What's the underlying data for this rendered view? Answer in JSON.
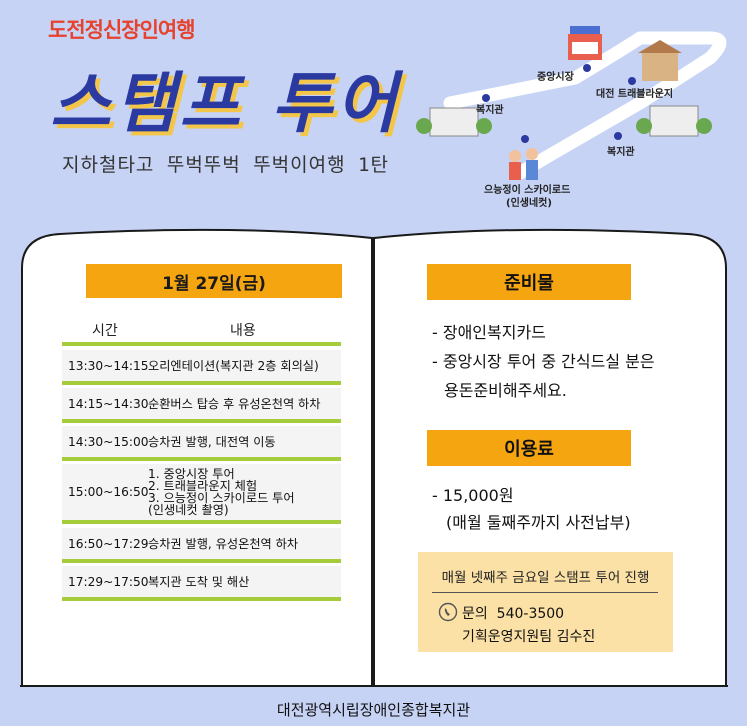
{
  "header": {
    "tag_parts": [
      "도전정신",
      "장인",
      "여행"
    ],
    "title": "스탬프 투어",
    "subtitle": "지하철타고 뚜벅뚜벅 뚜벅이여행 1탄"
  },
  "map": {
    "labels": [
      "중앙시장",
      "복지관",
      "대전 트래블라운지",
      "복지관",
      "으능정이 스카이로드",
      "(인생네컷)"
    ]
  },
  "schedule": {
    "date": "1월 27일(금)",
    "col_time": "시간",
    "col_content": "내용",
    "rows": [
      {
        "time": "13:30~14:15",
        "desc": [
          "오리엔테이션(복지관 2층 회의실)"
        ]
      },
      {
        "time": "14:15~14:30",
        "desc": [
          "순환버스 탑승 후 유성온천역 하차"
        ]
      },
      {
        "time": "14:30~15:00",
        "desc": [
          "승차권 발행, 대전역 이동"
        ]
      },
      {
        "time": "15:00~16:50",
        "desc": [
          "1. 중앙시장 투어",
          "2. 트래블라운지 체험",
          "3. 으능정이 스카이로드 투어",
          "(인생네컷 촬영)"
        ]
      },
      {
        "time": "16:50~17:29",
        "desc": [
          "승차권 발행, 유성온천역 하차"
        ]
      },
      {
        "time": "17:29~17:50",
        "desc": [
          "복지관 도착 및 해산"
        ]
      }
    ]
  },
  "prep": {
    "title": "준비물",
    "items": [
      "- 장애인복지카드",
      "- 중앙시장 투어 중 간식드실 분은",
      "용돈준비해주세요."
    ]
  },
  "fee": {
    "title": "이용료",
    "amount": "- 15,000원",
    "note": "(매월 둘째주까지 사전납부)"
  },
  "info": {
    "schedule_note": "매월 넷째주 금요일 스탬프 투어 진행",
    "contact_label": "문의",
    "phone": "540-3500",
    "team": "기획운영지원팀 김수진"
  },
  "footer": "대전광역시립장애인종합복지관",
  "colors": {
    "background": "#c6d3f5",
    "accent": "#f5a510",
    "green": "#a5cc3a",
    "title": "#2b3aa0",
    "tag": "#e6422e"
  }
}
